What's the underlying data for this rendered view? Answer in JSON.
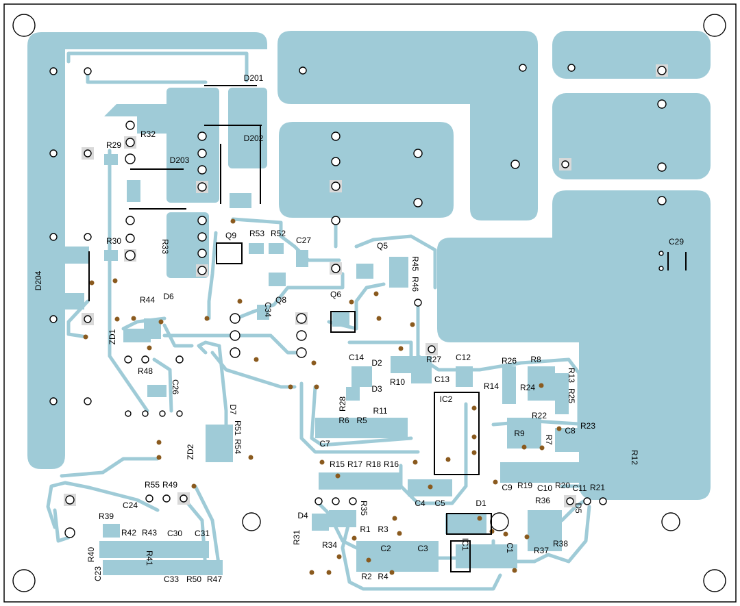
{
  "board": {
    "copper_color": "#9fcbd7",
    "via_color": "#8a5a1e",
    "labels": [
      "D201",
      "D202",
      "D203",
      "R32",
      "R29",
      "R30",
      "R33",
      "D204",
      "Q9",
      "R53",
      "R52",
      "C27",
      "Q5",
      "R45",
      "R46",
      "Q8",
      "C34",
      "Q6",
      "D6",
      "R44",
      "ZD1",
      "R48",
      "C26",
      "D7",
      "R51",
      "R54",
      "ZD2",
      "C14",
      "D2",
      "D3",
      "R10",
      "R27",
      "C12",
      "C13",
      "R26",
      "R8",
      "R14",
      "R24",
      "R13",
      "R25",
      "IC2",
      "R28",
      "R11",
      "R6",
      "R5",
      "C7",
      "R22",
      "R23",
      "C8",
      "R9",
      "R7",
      "R12",
      "C9",
      "R19",
      "C10",
      "R20",
      "C11",
      "R21",
      "R15",
      "R17",
      "R18",
      "R16",
      "C4",
      "C5",
      "D1",
      "R36",
      "D5",
      "D4",
      "R31",
      "R35",
      "R34",
      "R1",
      "R3",
      "C2",
      "C3",
      "IC1",
      "C1",
      "R2",
      "R4",
      "R37",
      "R38",
      "R55",
      "R49",
      "C24",
      "R39",
      "R42",
      "R43",
      "C30",
      "C31",
      "R40",
      "C23",
      "R41",
      "C33",
      "R50",
      "R47",
      "C29"
    ]
  }
}
